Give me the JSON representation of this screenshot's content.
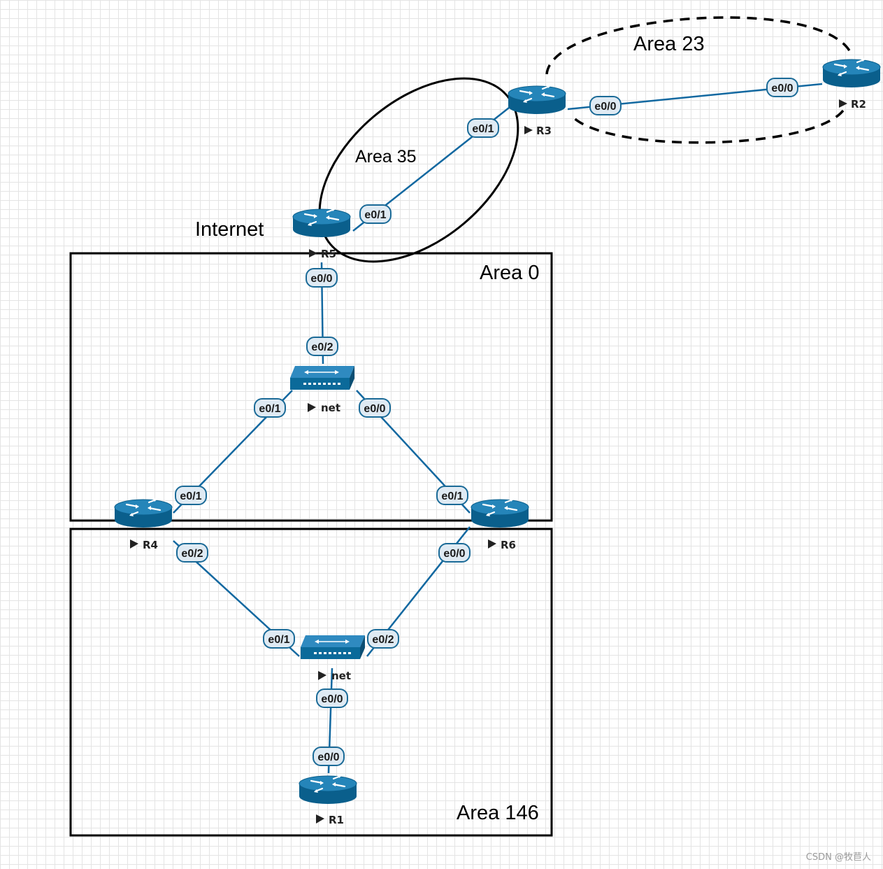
{
  "labels": {
    "internet": "Internet",
    "area0": "Area 0",
    "area35": "Area 35",
    "area23": "Area 23",
    "area146": "Area 146"
  },
  "nodes": {
    "r1": "R1",
    "r2": "R2",
    "r3": "R3",
    "r4": "R4",
    "r5": "R5",
    "r6": "R6",
    "switch_top": "net",
    "switch_bottom": "net"
  },
  "interfaces": {
    "r3_e0_0": "e0/0",
    "r2_e0_0": "e0/0",
    "r3_e0_1": "e0/1",
    "r5_e0_1": "e0/1",
    "r5_e0_0": "e0/0",
    "sw1_e0_2": "e0/2",
    "sw1_e0_1": "e0/1",
    "sw1_e0_0": "e0/0",
    "r4_e0_1": "e0/1",
    "r6_e0_1": "e0/1",
    "r4_e0_2": "e0/2",
    "r6_e0_0": "e0/0",
    "sw2_e0_1": "e0/1",
    "sw2_e0_2": "e0/2",
    "sw2_e0_0": "e0/0",
    "r1_e0_0": "e0/0"
  },
  "watermark": "CSDN @牧苣人",
  "colors": {
    "link": "#1268a0",
    "device": "#0b6a9a",
    "label_fill": "#dfeaf3",
    "label_stroke": "#1a6a97"
  }
}
